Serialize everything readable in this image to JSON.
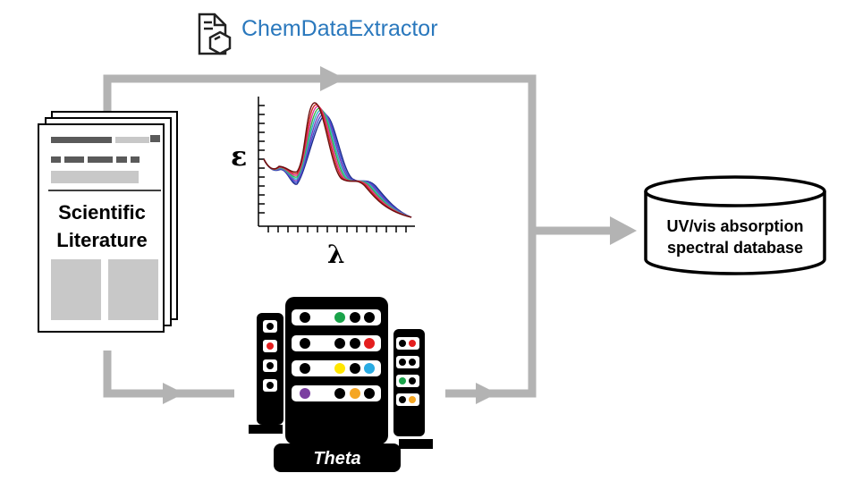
{
  "header": {
    "brand_name": "ChemDataExtractor",
    "brand_icon": "document-benzene-icon",
    "brand_color": "#2a78bd"
  },
  "literature": {
    "label_line1": "Scientific",
    "label_line2": "Literature"
  },
  "spectrum": {
    "y_symbol": "ε",
    "x_symbol": "λ",
    "curve_colors": [
      "#1f2a8a",
      "#3a4fd0",
      "#7a3fb8",
      "#2bb3c6",
      "#39b54a",
      "#e0329a",
      "#d0271d",
      "#6b0f0f"
    ]
  },
  "database": {
    "label_line1": "UV/vis absorption",
    "label_line2": "spectral database"
  },
  "supercomputer": {
    "name": "Theta",
    "status_colors": [
      "#1aa34a",
      "#e41e1e",
      "#ffe600",
      "#29abe2",
      "#7b3fa0",
      "#f5a623"
    ]
  },
  "colors": {
    "arrow": "#b3b3b3",
    "doc_border": "#000000",
    "doc_gray": "#c8c8c8",
    "doc_dark": "#5a5a5a"
  }
}
